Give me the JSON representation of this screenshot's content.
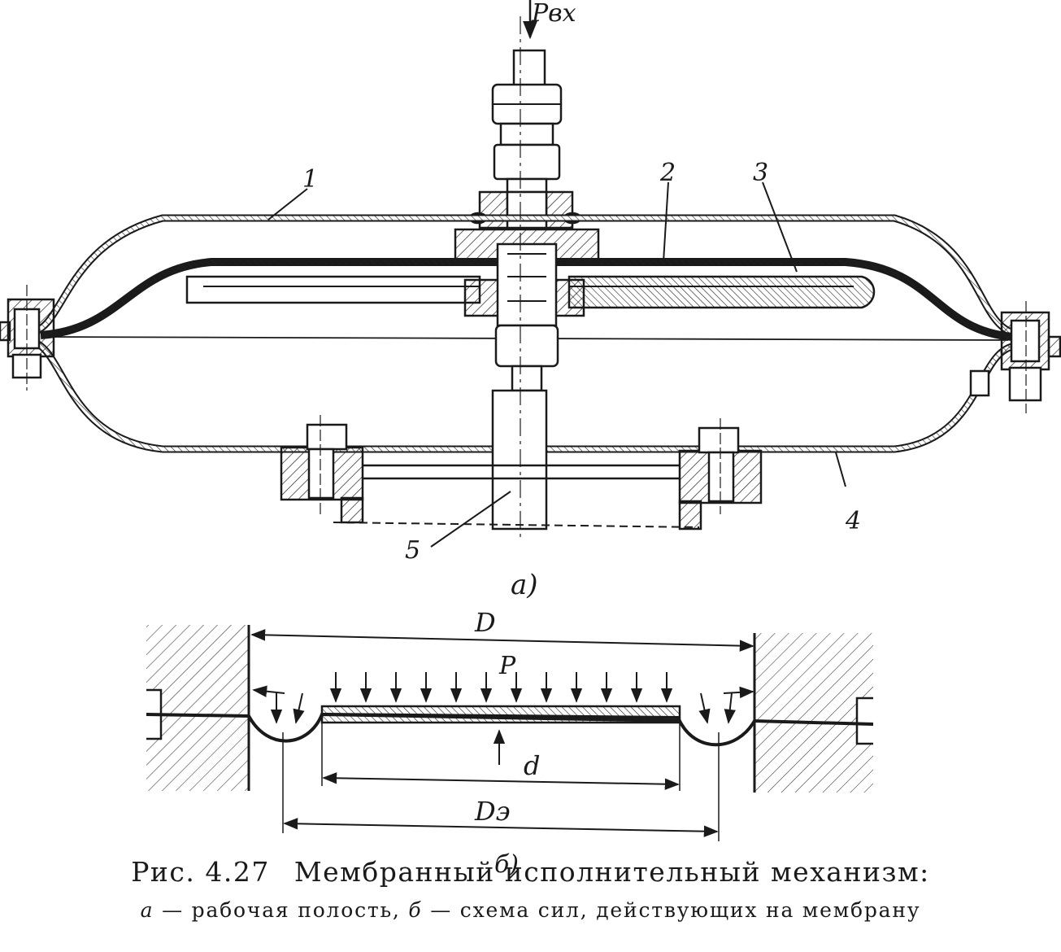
{
  "diagram_a": {
    "input_label": "Pвх",
    "part_labels": [
      "1",
      "2",
      "3",
      "4",
      "5"
    ],
    "sublabel": "а)"
  },
  "diagram_b": {
    "dim_D": "D",
    "pressure_label": "P",
    "dim_d": "d",
    "dim_De": "Dэ",
    "sublabel": "б)"
  },
  "caption": {
    "number": "Рис. 4.27",
    "title": "Мембранный исполнительный механизм:",
    "item_a_letter": "а",
    "item_a_text": " — рабочая полость, ",
    "item_b_letter": "б",
    "item_b_text": " — схема сил, действующих на мембрану"
  }
}
